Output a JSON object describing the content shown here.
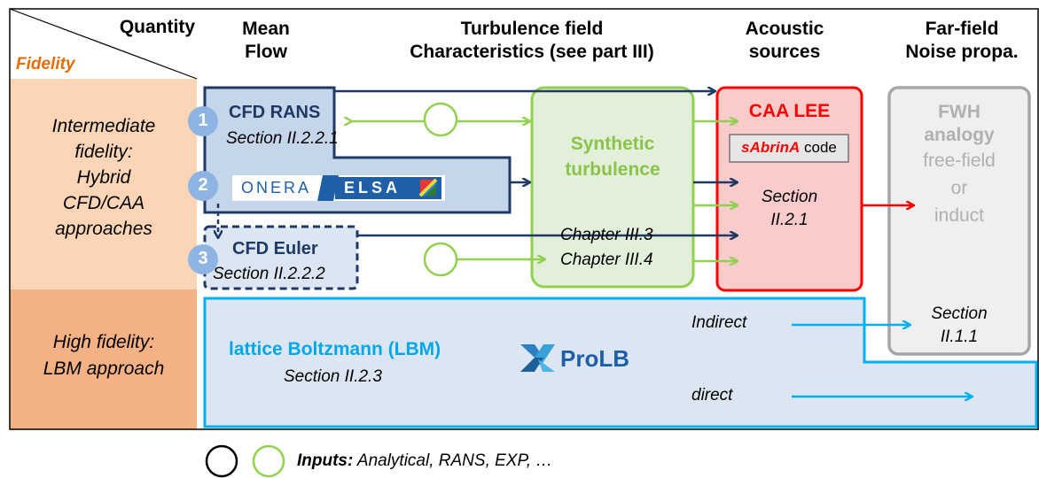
{
  "header": {
    "quantity": "Quantity",
    "fidelity": "Fidelity",
    "mean_flow": [
      "Mean",
      "Flow"
    ],
    "turbulence": [
      "Turbulence field",
      "Characteristics (see part III)"
    ],
    "acoustic": [
      "Acoustic",
      "sources"
    ],
    "farfield": [
      "Far-field",
      "Noise propa."
    ]
  },
  "rows": {
    "intermediate": [
      "Intermediate",
      "fidelity:",
      "Hybrid",
      "CFD/CAA",
      "approaches"
    ],
    "high": [
      "High fidelity:",
      "LBM approach"
    ]
  },
  "badges": [
    "1",
    "2",
    "3"
  ],
  "cfd_rans": {
    "title": "CFD RANS",
    "section": "Section II.2.2.1"
  },
  "onera_logo": {
    "onera": "ONERA",
    "elsa": "ELSA"
  },
  "cfd_euler": {
    "title": "CFD Euler",
    "section": "Section  II.2.2.2"
  },
  "synthetic": {
    "title": [
      "Synthetic",
      "turbulence"
    ],
    "chapters": [
      "Chapter III.3",
      "Chapter III.4"
    ]
  },
  "caa": {
    "title": "CAA LEE",
    "code_name": "sAbrinA",
    "code_suffix": "code",
    "section": [
      "Section",
      "II.2.1"
    ]
  },
  "fwh": {
    "title": [
      "FWH",
      "analogy"
    ],
    "lines": [
      "free-field",
      "or",
      "induct"
    ],
    "section": [
      "Section",
      "II.1.1"
    ]
  },
  "lbm": {
    "title": "lattice Boltzmann (LBM)",
    "section": "Section II.2.3",
    "prolb": "ProLB",
    "indirect": "Indirect",
    "direct": "direct"
  },
  "legend": {
    "inputs_label": "Inputs:",
    "inputs_text": "Analytical, RANS, EXP, …"
  },
  "colors": {
    "navy": "#1f3864",
    "green": "#92d050",
    "red": "#ff0000",
    "gray": "#a6a6a6",
    "cyan": "#00b0f0",
    "peach_light": "#fbd5b5",
    "peach_dark": "#f4b183",
    "blue_fill": "#c5d5ea",
    "green_fill": "#e2efd9",
    "red_fill": "#f9cbcb",
    "gray_fill": "#efefef",
    "lbm_fill": "#dce6f2",
    "badge": "#8eb4e3",
    "fidelity_orange": "#e46c0a"
  }
}
